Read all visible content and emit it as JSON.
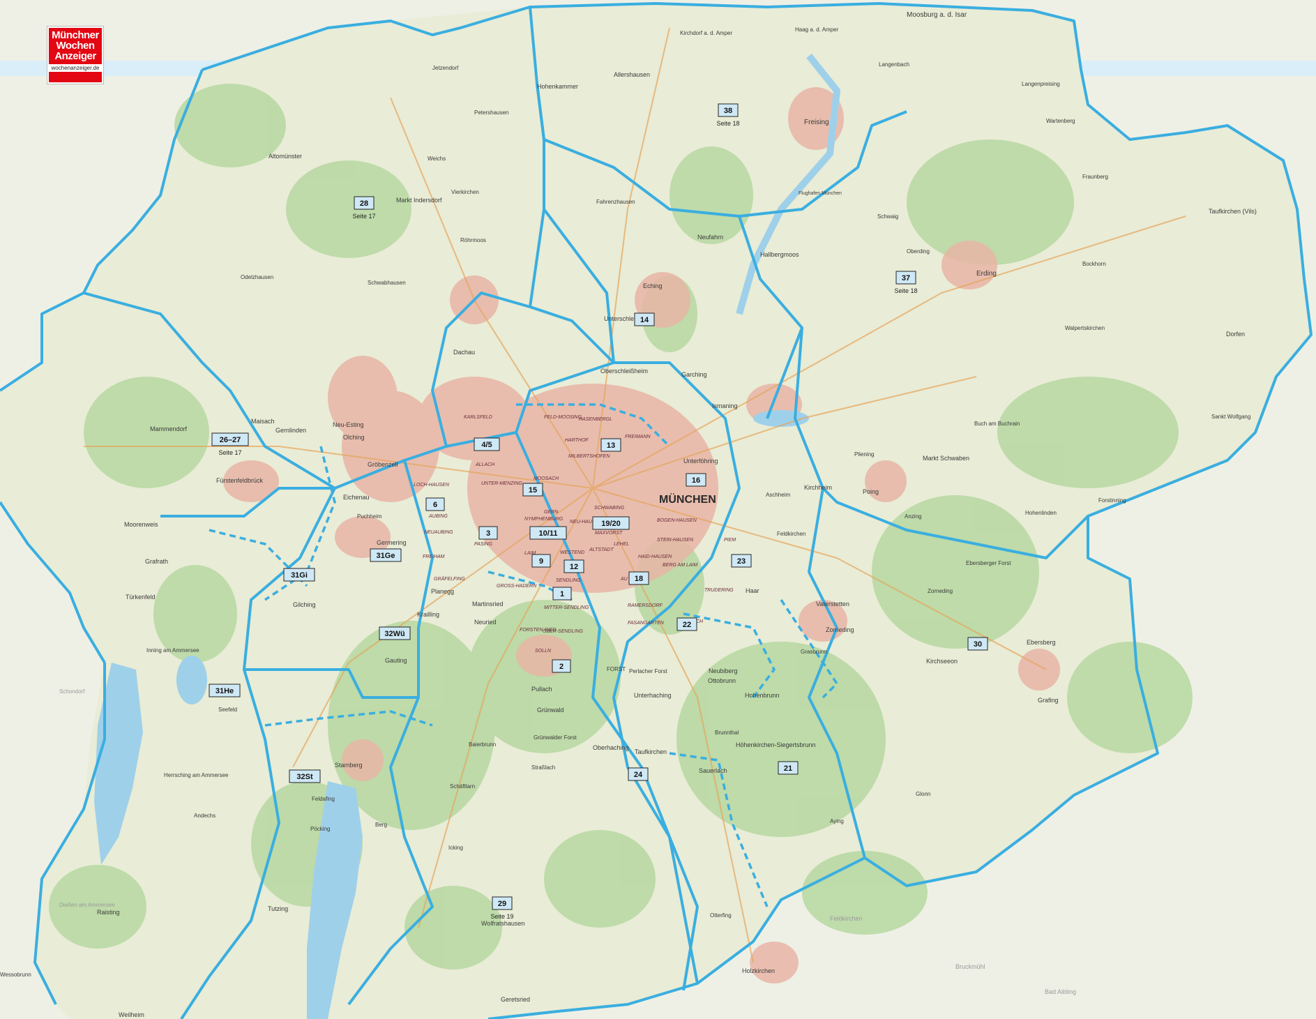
{
  "logo": {
    "line1": "Münchner",
    "line2": "Wochen",
    "line3": "Anzeiger",
    "url": "wochenanzeiger.de"
  },
  "colors": {
    "border": "#3aaee0",
    "water": "#9fd0ea",
    "forest": "#b7d8a4",
    "urban": "#e7b3a6",
    "land": "#f1efe6",
    "badge_fill": "#cfe8f6"
  },
  "areas": [
    {
      "id": "a38",
      "label": "38",
      "sub": "Seite 18"
    },
    {
      "id": "a28",
      "label": "28",
      "sub": "Seite 17"
    },
    {
      "id": "a37",
      "label": "37",
      "sub": "Seite 18"
    },
    {
      "id": "a14",
      "label": "14",
      "sub": ""
    },
    {
      "id": "a26",
      "label": "26–27",
      "sub": "Seite 17"
    },
    {
      "id": "a13",
      "label": "13",
      "sub": ""
    },
    {
      "id": "a45",
      "label": "4/5",
      "sub": ""
    },
    {
      "id": "a16",
      "label": "16",
      "sub": ""
    },
    {
      "id": "a15",
      "label": "15",
      "sub": ""
    },
    {
      "id": "a6",
      "label": "6",
      "sub": ""
    },
    {
      "id": "a1920",
      "label": "19/20",
      "sub": ""
    },
    {
      "id": "a3",
      "label": "3",
      "sub": ""
    },
    {
      "id": "a1011",
      "label": "10/11",
      "sub": ""
    },
    {
      "id": "a31ge",
      "label": "31Ge",
      "sub": ""
    },
    {
      "id": "a9",
      "label": "9",
      "sub": ""
    },
    {
      "id": "a12",
      "label": "12",
      "sub": ""
    },
    {
      "id": "a23",
      "label": "23",
      "sub": ""
    },
    {
      "id": "a31gi",
      "label": "31Gi",
      "sub": ""
    },
    {
      "id": "a18",
      "label": "18",
      "sub": ""
    },
    {
      "id": "a1",
      "label": "1",
      "sub": ""
    },
    {
      "id": "a22",
      "label": "22",
      "sub": ""
    },
    {
      "id": "a32wu",
      "label": "32Wü",
      "sub": ""
    },
    {
      "id": "a30",
      "label": "30",
      "sub": ""
    },
    {
      "id": "a2",
      "label": "2",
      "sub": ""
    },
    {
      "id": "a31he",
      "label": "31He",
      "sub": ""
    },
    {
      "id": "a32st",
      "label": "32St",
      "sub": ""
    },
    {
      "id": "a24",
      "label": "24",
      "sub": ""
    },
    {
      "id": "a21",
      "label": "21",
      "sub": ""
    },
    {
      "id": "a29",
      "label": "29",
      "sub": "Seite 19"
    }
  ],
  "places": [
    "Moosburg a. d. Isar",
    "Kirchdorf a. d. Amper",
    "Haag a. d. Amper",
    "Allershausen",
    "Hohenkammer",
    "Langenbach",
    "Langenpreising",
    "Freising",
    "Wartenberg",
    "Jetzendorf",
    "Petershausen",
    "Altomünster",
    "Markt Indersdorf",
    "Vierkirchen",
    "Fahrenzhausen",
    "Weichs",
    "Röhrmoos",
    "Erding",
    "Schwaig",
    "Oberding",
    "Hallbergmoos",
    "Neufahrn",
    "Eching",
    "Unterschleißheim",
    "Oberschleißheim",
    "Garching",
    "Dachau",
    "Ismaning",
    "Odelzhausen",
    "Schwabhausen",
    "Taufkirchen (Vils)",
    "Dorfen",
    "Fraunberg",
    "Bockhorn",
    "Walpertskirchen",
    "Maisach",
    "Gernlinden",
    "Mammendorf",
    "Olching",
    "Neu-Esting",
    "Gröbenzell",
    "Fürstenfeldbrück",
    "Eichenau",
    "Puchheim",
    "Germering",
    "Moorenweis",
    "Grafrath",
    "Türkenfeld",
    "Gilching",
    "Planegg",
    "Krailling",
    "Gauting",
    "Martinsried",
    "Neuried",
    "Pullach",
    "Grünwald",
    "Oberhaching",
    "Unterhaching",
    "Taufkirchen",
    "Neubiberg",
    "Ottobrunn",
    "Hohenbrunn",
    "Höhenkirchen-Siegertsbrunn",
    "Haar",
    "Vaterstetten",
    "Zorneding",
    "Kirchseeon",
    "Ebersberg",
    "Grafing",
    "Poing",
    "Kirchheim",
    "Aschheim",
    "Feldkirchen",
    "Unterföhring",
    "Markt Schwaben",
    "Sauerlach",
    "Holzkirchen",
    "Otterfing",
    "Starnberg",
    "Tutzing",
    "Wolfratshausen",
    "Geretsried",
    "Seefeld",
    "Inning am Ammersee",
    "Herrsching am Ammersee",
    "Andechs",
    "Raisting",
    "Weilheim",
    "Wessobrunn",
    "Feldafing",
    "Pöcking",
    "Berg",
    "Icking",
    "Schäftlarn",
    "Baierbrunn",
    "Straßlach",
    "Aying",
    "Glonn",
    "Zorneding",
    "Grasbrunn",
    "Brunnthal",
    "Forstinning",
    "Anzing",
    "Pliening",
    "Buch am Buchrain",
    "Sankt Wolfgang",
    "Hohenlinden",
    "Ebersberger Forst",
    "Bad Aibling",
    "Bruckmühl",
    "Feldkirchen"
  ],
  "city": {
    "name": "MÜNCHEN",
    "districts": [
      "FELD-MOOSING",
      "HASENBERGL",
      "HARTHOF",
      "FREIMANN",
      "MILBERTSHOFEN",
      "KARLSFELD",
      "ALLACH",
      "UNTER-MENZING",
      "MOOSACH",
      "LOCH-HAUSEN",
      "AUBING",
      "NEUAUBING",
      "NYMPHENBURG",
      "GERN",
      "NEU-HAUSEN",
      "SCHWABING",
      "MAXVORST",
      "BOGEN-HAUSEN",
      "STEIN-HAUSEN",
      "LEHEL",
      "ALTSTADT",
      "PASING",
      "LAIM",
      "WESTEND",
      "HAID-HAUSEN",
      "BERG AM LAIM",
      "TRUDERING",
      "FREIHAM",
      "GRÄFELFING",
      "SENDLING",
      "AU GIESING",
      "RAMERSDORF",
      "PERLACH",
      "GROSS-HADERN",
      "MITTER-SENDLING",
      "OBER-SENDLING",
      "FASANGARTEN",
      "FORSTEN-RIED",
      "SOLLN",
      "FORST",
      "PIEM"
    ]
  },
  "extras": {
    "airport": "Flughafen München",
    "forest_central": "Perlacher Forst",
    "grunwalder_forst": "Grünwalder Forst",
    "lake_ammer": "Dießen am Ammersee",
    "schondorf": "Schondorf"
  }
}
